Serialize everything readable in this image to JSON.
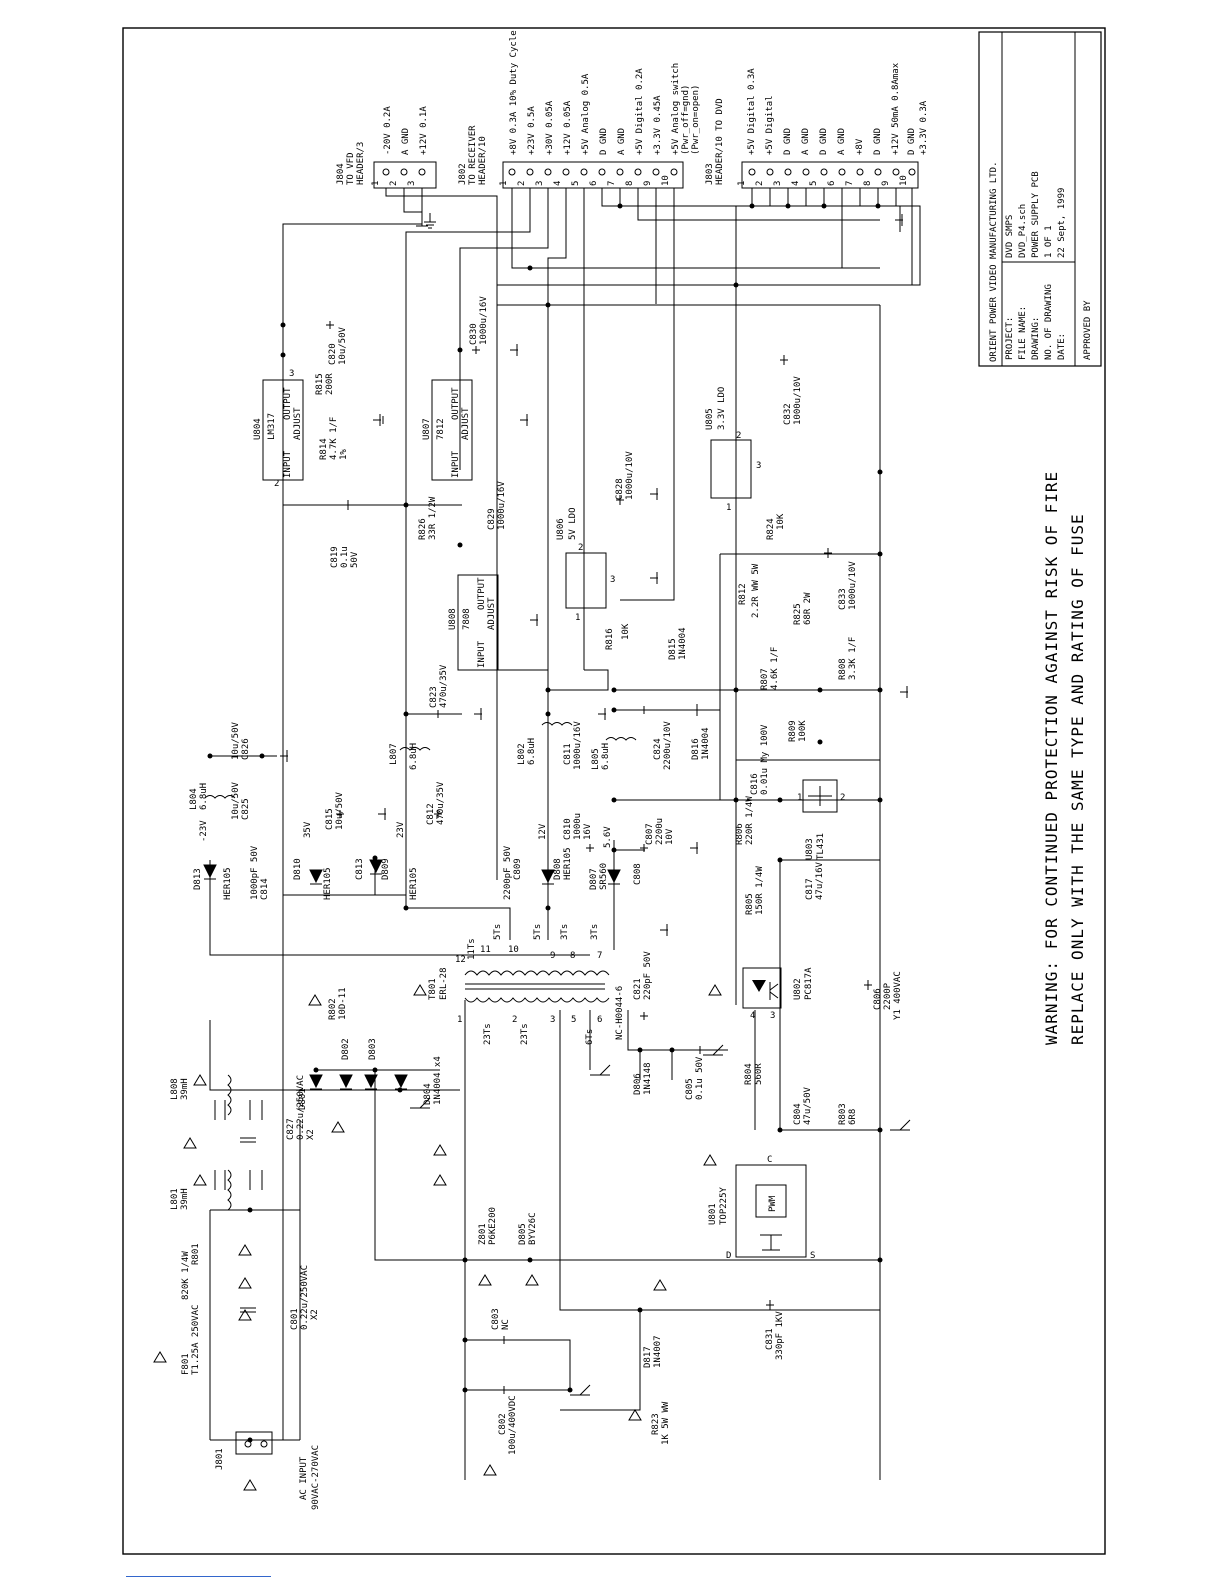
{
  "title_block": {
    "company": "ORIENT POWER VIDEO MANUFACTURING LTD.",
    "fields": [
      {
        "label": "PROJECT:",
        "value": "DVD SMPS"
      },
      {
        "label": "FILE NAME:",
        "value": "DVD_P4.sch"
      },
      {
        "label": "DRAWING:",
        "value": "POWER SUPPLY PCB"
      },
      {
        "label": "NO. OF DRAWING",
        "value": "1 OF 1"
      },
      {
        "label": "DATE:",
        "value": "22 Sept, 1999"
      }
    ],
    "approved": "APPROVED BY"
  },
  "warning": {
    "line1": "WARNING: FOR CONTINUED PROTECTION AGAINST RISK OF FIRE",
    "line2": "REPLACE ONLY WITH THE SAME TYPE AND RATING OF FUSE"
  },
  "connectors": {
    "j804": {
      "ref": "J804",
      "desc": "TO VFD",
      "desc2": "HEADER/3",
      "pins": [
        {
          "num": "1",
          "label": ""
        },
        {
          "num": "2",
          "label": "-20V 0.2A"
        },
        {
          "num": "3",
          "label": "A GND"
        },
        {
          "num": "",
          "label": "+12V 0.1A"
        }
      ]
    },
    "j802": {
      "ref": "J802",
      "desc": "TO RECEIVER",
      "desc2": "HEADER/10",
      "pins": [
        {
          "num": "1",
          "label": "+8V 0.3A 10% Duty Cycle"
        },
        {
          "num": "2",
          "label": "+23V 0.5A"
        },
        {
          "num": "3",
          "label": "+30V 0.05A"
        },
        {
          "num": "4",
          "label": "+12V 0.05A"
        },
        {
          "num": "5",
          "label": "+5V Analog 0.5A"
        },
        {
          "num": "6",
          "label": "D GND"
        },
        {
          "num": "7",
          "label": "A GND"
        },
        {
          "num": "8",
          "label": "+5V Digital 0.2A"
        },
        {
          "num": "9",
          "label": "+3.3V 0.45A"
        },
        {
          "num": "10",
          "label": "+5V Analog switch"
        }
      ],
      "extra1": "(Pwr_off=gnd)",
      "extra2": "(Pwr_on=open)"
    },
    "j803": {
      "ref": "J803",
      "desc": "HEADER/10  TO DVD",
      "pins": [
        {
          "num": "1",
          "label": "+5V Digital 0.3A"
        },
        {
          "num": "2",
          "label": "+5V Digital"
        },
        {
          "num": "3",
          "label": "D GND"
        },
        {
          "num": "4",
          "label": "A GND"
        },
        {
          "num": "5",
          "label": "D GND"
        },
        {
          "num": "6",
          "label": "A GND"
        },
        {
          "num": "7",
          "label": "+8V"
        },
        {
          "num": "8",
          "label": "D GND"
        },
        {
          "num": "9",
          "label": "+12V 50mA 0.8Amax"
        },
        {
          "num": "10",
          "label": "D GND"
        },
        {
          "num": "",
          "label": "+3.3V 0.3A"
        }
      ]
    },
    "j801": {
      "ref": "J801",
      "desc": "AC INPUT",
      "desc2": "90VAC-270VAC"
    }
  },
  "regulators": {
    "u804": {
      "ref": "U804",
      "part": "LM317",
      "in": "INPUT",
      "out": "OUTPUT",
      "adj": "ADJUST",
      "p1": "2",
      "p2": "3"
    },
    "u807": {
      "ref": "U807",
      "part": "7812",
      "in": "INPUT",
      "out": "OUTPUT",
      "adj": "ADJUST"
    },
    "u808": {
      "ref": "U808",
      "part": "7808",
      "in": "INPUT",
      "out": "OUTPUT",
      "adj": "ADJUST"
    },
    "u806": {
      "ref": "U806",
      "part": "5V LDO",
      "p1": "1",
      "p2": "2",
      "p3": "3"
    },
    "u805": {
      "ref": "U805",
      "part": "3.3V LDO",
      "p1": "1",
      "p2": "2",
      "p3": "3"
    },
    "u801": {
      "ref": "U801",
      "part": "TOP225Y",
      "pwm": "PWM",
      "c": "C",
      "d": "D",
      "s": "S"
    },
    "u802": {
      "ref": "U802",
      "part": "PC817A",
      "p3": "3",
      "p4": "4"
    },
    "u803": {
      "ref": "U803",
      "part": "TL431",
      "a": "1",
      "b": "2"
    }
  },
  "transformer": {
    "ref": "T801",
    "part": "ERL-28",
    "sub": "NC-H0044-6",
    "pins": [
      "1",
      "2",
      "3",
      "5",
      "6",
      "12",
      "11",
      "10",
      "9",
      "8",
      "7"
    ],
    "windings": [
      "23Ts",
      "23Ts",
      "6Ts",
      "11Ts",
      "5Ts",
      "5Ts",
      "3Ts",
      "3Ts"
    ]
  },
  "components": [
    {
      "ref": "C820",
      "val": "10u/50V"
    },
    {
      "ref": "R815",
      "val": "200R"
    },
    {
      "ref": "R814",
      "val": "4.7K 1/F",
      "val2": "1%"
    },
    {
      "ref": "C819",
      "val": "0.1u",
      "val2": "50V"
    },
    {
      "ref": "C830",
      "val": "1000u/16V"
    },
    {
      "ref": "C829",
      "val": "1000u/16V"
    },
    {
      "ref": "R826",
      "val": "33R 1/2W"
    },
    {
      "ref": "C828",
      "val": "1000u/10V"
    },
    {
      "ref": "C832",
      "val": "1000u/10V"
    },
    {
      "ref": "R824",
      "val": "10K"
    },
    {
      "ref": "C833",
      "val": "1000u/10V"
    },
    {
      "ref": "R816",
      "val": "10K"
    },
    {
      "ref": "D815",
      "val": "1N4004"
    },
    {
      "ref": "R812",
      "val": "2.2R WW 5W"
    },
    {
      "ref": "R825",
      "val": "68R 2W"
    },
    {
      "ref": "R807",
      "val": "4.6K 1/F"
    },
    {
      "ref": "R808",
      "val": "3.3K 1/F"
    },
    {
      "ref": "C823",
      "val": "470u/35V"
    },
    {
      "ref": "C824",
      "val": "2200u/10V"
    },
    {
      "ref": "D816",
      "val": "1N4004"
    },
    {
      "ref": "R809",
      "val": "100K"
    },
    {
      "ref": "C816",
      "val": "0.01u My 100V"
    },
    {
      "ref": "C826",
      "val": "10u/50V"
    },
    {
      "ref": "C825",
      "val": "10u/50V"
    },
    {
      "ref": "L804",
      "val": "6.8uH"
    },
    {
      "ref": "L807",
      "val": "6.8uH"
    },
    {
      "ref": "L802",
      "val": "6.8uH"
    },
    {
      "ref": "L805",
      "val": "6.8uH"
    },
    {
      "ref": "C811",
      "val": "1000u/16V"
    },
    {
      "ref": "C815",
      "val": "10u/50V"
    },
    {
      "ref": "C812",
      "val": "470u/35V"
    },
    {
      "ref": "C814",
      "val": "1000pF 50V"
    },
    {
      "ref": "D813",
      "val": "HER105"
    },
    {
      "ref": "D810",
      "val": "HER105"
    },
    {
      "ref": "C813",
      "val": ""
    },
    {
      "ref": "D809",
      "val": "HER105"
    },
    {
      "ref": "C809",
      "val": "2200pF 50V"
    },
    {
      "ref": "D808",
      "val": "HER105"
    },
    {
      "ref": "C810",
      "val": "1000u",
      "val2": "16V"
    },
    {
      "ref": "D807",
      "val": "SR560"
    },
    {
      "ref": "C807",
      "val": "2200u",
      "val2": "10V"
    },
    {
      "ref": "C808",
      "val": ""
    },
    {
      "ref": "R806",
      "val": "220R 1/4W"
    },
    {
      "ref": "R805",
      "val": "150R 1/4W"
    },
    {
      "ref": "C817",
      "val": "47u/16V"
    },
    {
      "ref": "C821",
      "val": "220pF 50V"
    },
    {
      "ref": "D806",
      "val": "1N4148"
    },
    {
      "ref": "C805",
      "val": "0.1u 50V"
    },
    {
      "ref": "R804",
      "val": "560R"
    },
    {
      "ref": "C804",
      "val": "47u/50V"
    },
    {
      "ref": "R803",
      "val": "6R8"
    },
    {
      "ref": "C806",
      "val": "2200P",
      "val2": "Y1 400VAC"
    },
    {
      "ref": "R802",
      "val": "10D-11"
    },
    {
      "ref": "D801",
      "val": ""
    },
    {
      "ref": "D802",
      "val": ""
    },
    {
      "ref": "D803",
      "val": ""
    },
    {
      "ref": "D804",
      "val": "1N4004 x4"
    },
    {
      "ref": "L808",
      "val": "39mH"
    },
    {
      "ref": "C827",
      "val": "0.22u/250VAC",
      "val2": "X2"
    },
    {
      "ref": "L801",
      "val": "39mH"
    },
    {
      "ref": "R801",
      "val": "820K 1/4W"
    },
    {
      "ref": "C801",
      "val": "0.22u/250VAC",
      "val2": "X2"
    },
    {
      "ref": "F801",
      "val": "T1.25A 250VAC"
    },
    {
      "ref": "Z801",
      "val": "P6KE200"
    },
    {
      "ref": "D805",
      "val": "BYV26C"
    },
    {
      "ref": "C803",
      "val": "NC"
    },
    {
      "ref": "C802",
      "val": "100u/400VDC"
    },
    {
      "ref": "D817",
      "val": "1N4007"
    },
    {
      "ref": "R823",
      "val": "1K 5W WW"
    },
    {
      "ref": "C831",
      "val": "330pF 1KV"
    }
  ],
  "rails": [
    "-23V",
    "35V",
    "23V",
    "12V",
    "5.6V"
  ]
}
